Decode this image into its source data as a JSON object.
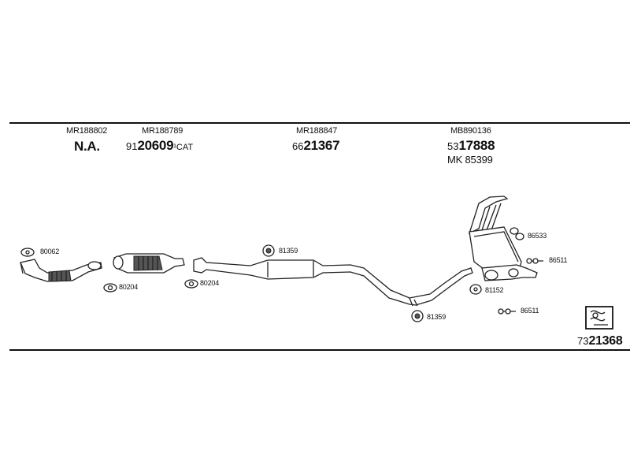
{
  "columns": [
    {
      "oe": "MR188802",
      "main": "N.A.",
      "prefix": "",
      "suffix": ""
    },
    {
      "oe": "MR188789",
      "main": "20609",
      "prefix": "91",
      "suffix": "¹CAT"
    },
    {
      "oe": "MR188847",
      "main": "21367",
      "prefix": "66",
      "suffix": ""
    },
    {
      "oe": "MB890136",
      "main": "17888",
      "prefix": "53",
      "suffix": "",
      "extra": "MK  85399"
    }
  ],
  "parts": {
    "p80062": "80062",
    "p80204a": "80204",
    "p80204b": "80204",
    "p81359a": "81359",
    "p81359b": "81359",
    "p86533": "86533",
    "p86511a": "86511",
    "p81152": "81152",
    "p86511b": "86511"
  },
  "diagram_number": {
    "prefix": "73",
    "main": "21368"
  },
  "icon": "folded-document-icon"
}
